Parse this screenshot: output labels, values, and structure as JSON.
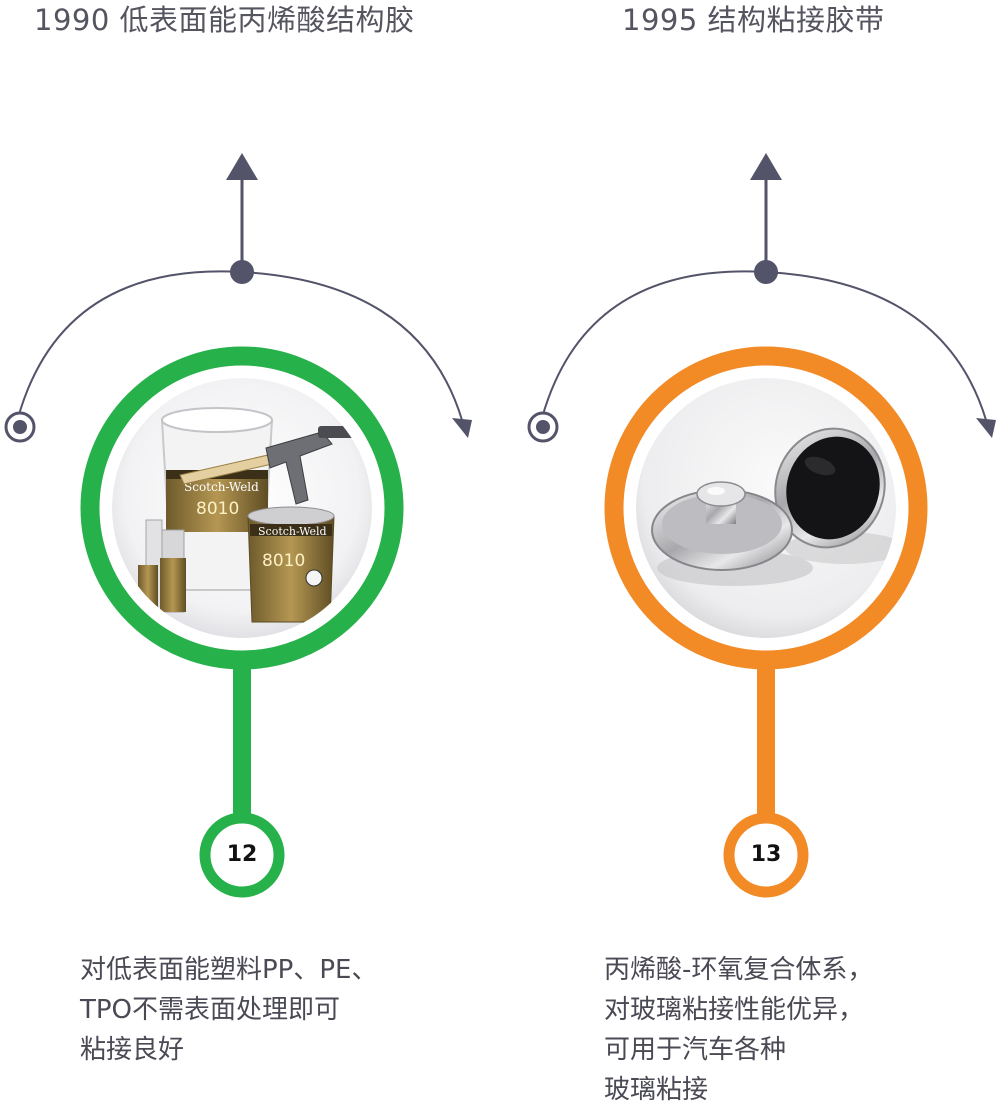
{
  "colors": {
    "timeline": "#53536a",
    "green": "#27b14b",
    "orange": "#f28a26",
    "text": "#4a4a55"
  },
  "milestones": [
    {
      "title": "1990 低表面能丙烯酸结构胶",
      "number": "12",
      "accent": "green",
      "image_icon": "adhesive-product-cans-image",
      "product_label": "Scotch-Weld",
      "product_code": "8010",
      "description": [
        "对低表面能塑料PP、PE、",
        "TPO不需表面处理即可",
        "粘接良好"
      ]
    },
    {
      "title": "1995 结构粘接胶带",
      "number": "13",
      "accent": "orange",
      "image_icon": "metal-mount-buttons-image",
      "description": [
        "丙烯酸-环氧复合体系，",
        "对玻璃粘接性能优异，",
        "可用于汽车各种",
        "玻璃粘接"
      ]
    }
  ]
}
